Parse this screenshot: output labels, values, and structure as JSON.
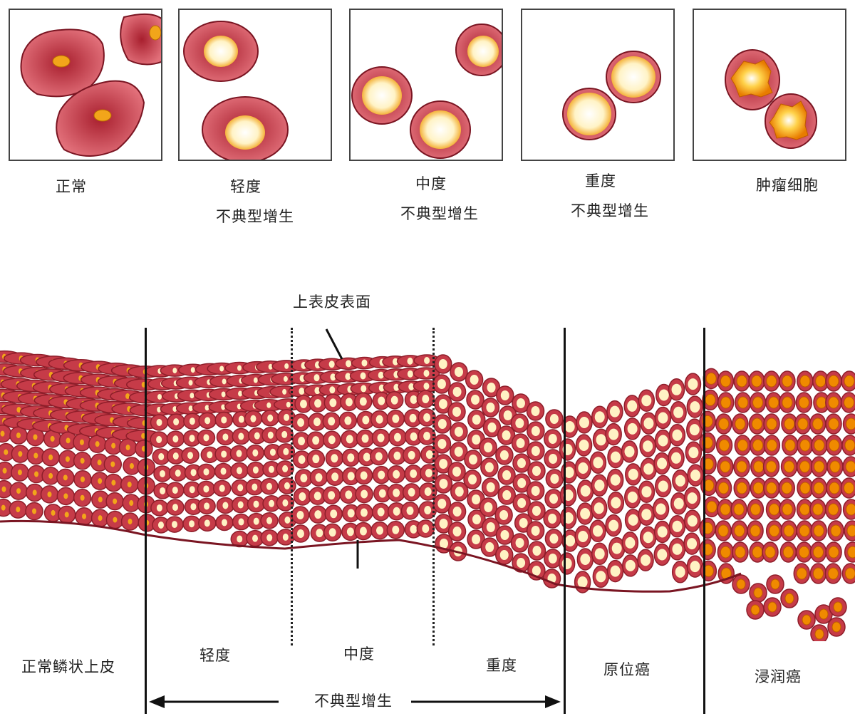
{
  "panels": {
    "normal": {
      "line1": "正常"
    },
    "mild": {
      "line1": "轻度",
      "line2": "不典型增生"
    },
    "moderate": {
      "line1": "中度",
      "line2": "不典型增生"
    },
    "severe": {
      "line1": "重度",
      "line2": "不典型增生"
    },
    "tumor": {
      "line1": "肿瘤细胞"
    }
  },
  "callouts": {
    "surface": "上表皮表面"
  },
  "zones": {
    "normal": "正常鳞状上皮",
    "mild": "轻度",
    "moderate": "中度",
    "severe": "重度",
    "in_situ": "原位癌",
    "invasive": "浸润癌"
  },
  "span_label": "不典型增生",
  "colors": {
    "cell_fill": "#c63b48",
    "cell_edge": "#8e1e2a",
    "nucleus_normal": "#f2a51a",
    "nucleus_atypical": "#fff2c4",
    "nucleus_tumor": "#f08a00",
    "membrane": "#7a1522"
  }
}
